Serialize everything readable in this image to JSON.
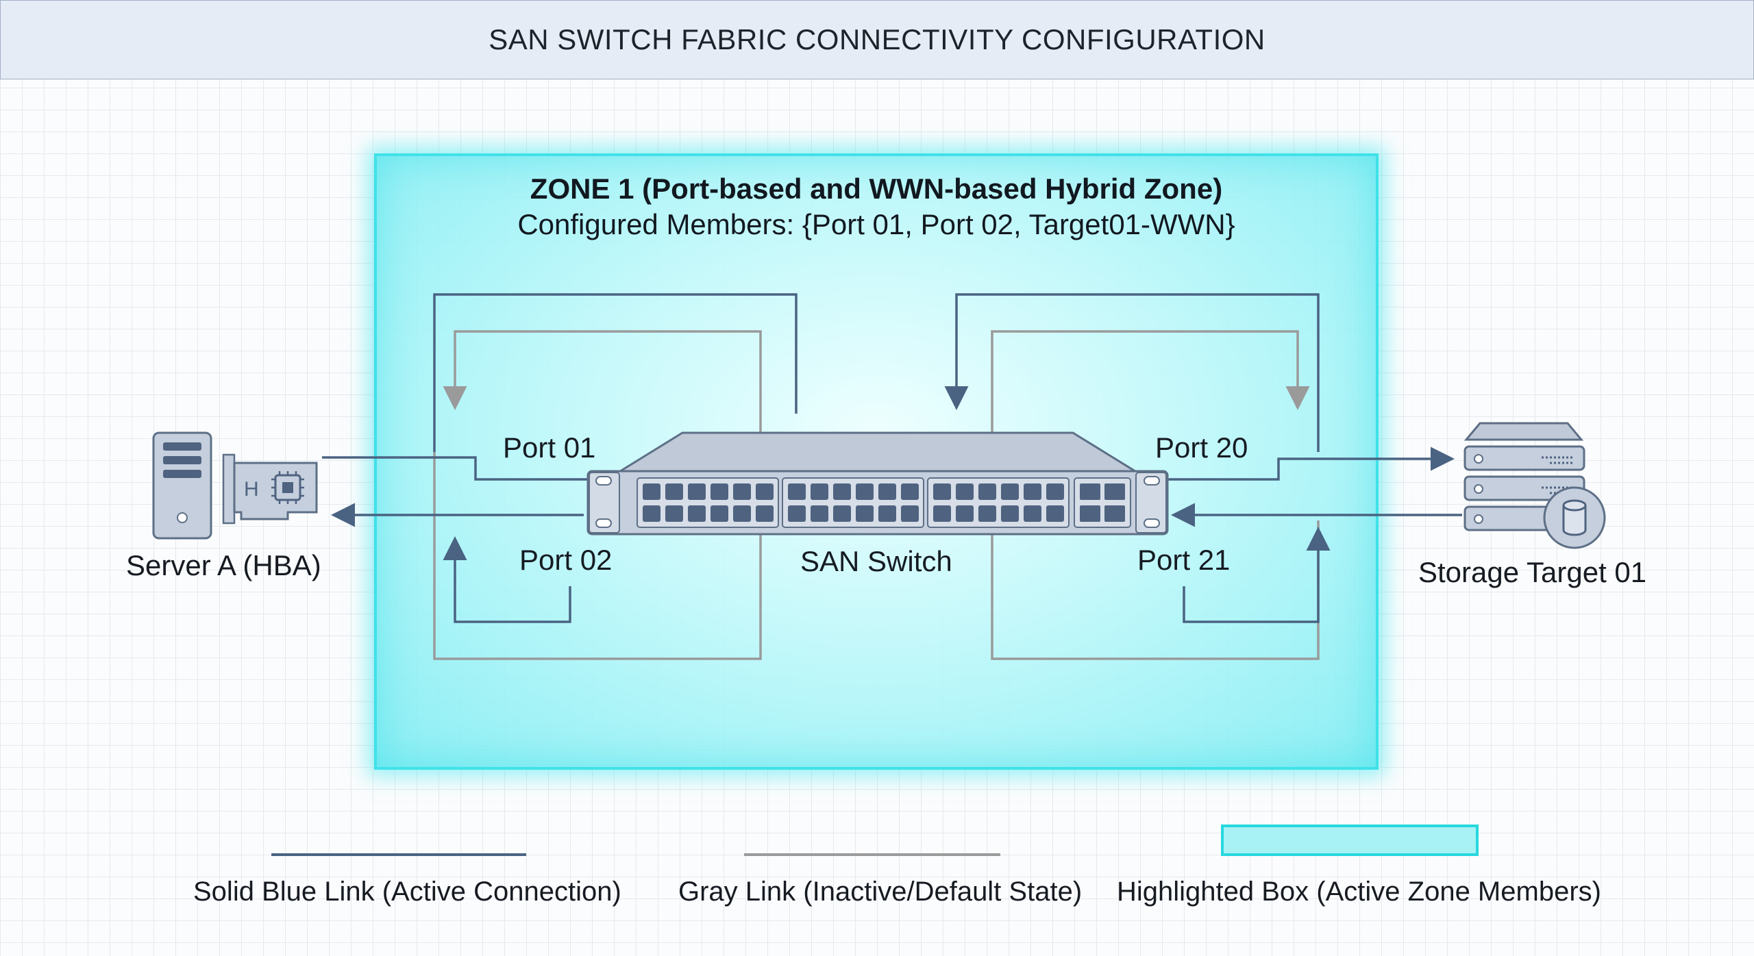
{
  "header": {
    "title": "SAN SWITCH FABRIC CONNECTIVITY CONFIGURATION"
  },
  "zone": {
    "title": "ZONE 1 (Port-based and WWN-based Hybrid Zone)",
    "members": "Configured Members: {Port 01, Port 02, Target01-WWN}"
  },
  "nodes": {
    "server": "Server A (HBA)",
    "switch": "SAN Switch",
    "storage": "Storage Target 01",
    "hba_chip_letter": "H"
  },
  "ports": {
    "p01": "Port 01",
    "p02": "Port 02",
    "p20": "Port 20",
    "p21": "Port 21"
  },
  "legend": {
    "active": "Solid Blue Link (Active Connection)",
    "inactive": "Gray Link (Inactive/Default State)",
    "zone": "Highlighted Box (Active Zone Members)"
  },
  "colors": {
    "active_link": "#4a6382",
    "inactive_link": "#9a9a9a",
    "zone_highlight": "#3fe2e8",
    "device_fill": "#c5cfdd",
    "device_stroke": "#5d6f86"
  }
}
